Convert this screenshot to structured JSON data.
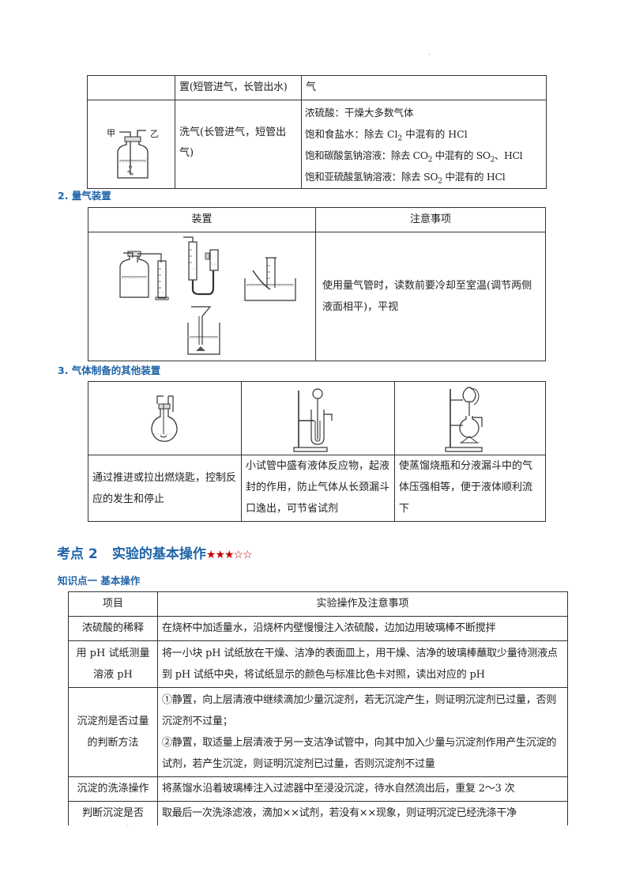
{
  "header_mark": ".",
  "table1": {
    "row1": {
      "col2": "置(短管进气，长管出水)",
      "col3": "气"
    },
    "row2": {
      "labels": {
        "left": "甲",
        "right": "乙"
      },
      "col2": "洗气(长管进气，短管出气)",
      "lines": [
        {
          "a": "浓硫酸：干燥大多数气体"
        },
        {
          "a": "饱和食盐水：除去 Cl",
          "sub": "2",
          "b": " 中混有的 HCl"
        },
        {
          "a": "饱和碳酸氢钠溶液：除去 CO",
          "sub": "2",
          "b": " 中混有的 SO",
          "sub2": "2",
          "c": "、HCl"
        },
        {
          "a": "饱和亚硫酸氢钠溶液：除去 SO",
          "sub": "2",
          "b": " 中混有的 HCl"
        }
      ]
    }
  },
  "section2": {
    "heading": "2. 量气装置",
    "col_device": "装置",
    "col_notes": "注意事项",
    "note": "使用量气管时，读数前要冷却至室温(调节两侧液面相平)，平视"
  },
  "section3": {
    "heading": "3. 气体制备的其他装置",
    "texts": [
      "通过推进或拉出燃烧匙，控制反应的发生和停止",
      "小试管中盛有液体反应物，起液封的作用，防止气体从长颈漏斗口逸出，可节省试剂",
      "使蒸馏烧瓶和分液漏斗中的气体压强相等，便于液体顺利流下"
    ]
  },
  "kaodian": {
    "label": "考点 2",
    "title": "实验的基本操作",
    "stars_filled": "★★★",
    "stars_empty": "☆☆",
    "difficulty": 3
  },
  "zhishidian": {
    "heading": "知识点一  基本操作"
  },
  "ops_table": {
    "headers": [
      "项目",
      "实验操作及注意事项"
    ],
    "rows": [
      {
        "item": "浓硫酸的稀释",
        "desc": "在烧杯中加适量水，沿烧杯内壁慢慢注入浓硫酸，边加边用玻璃棒不断搅拌"
      },
      {
        "item": "用 pH 试纸测量溶液 pH",
        "desc": "将一小块 pH 试纸放在干燥、洁净的表面皿上，用干燥、洁净的玻璃棒蘸取少量待测液点到 pH 试纸中央，将试纸显示的颜色与标准比色卡对照，读出对应的 pH"
      },
      {
        "item": "沉淀剂是否过量的判断方法",
        "desc1": "①静置，向上层清液中继续滴加少量沉淀剂，若无沉淀产生，则证明沉淀剂已过量，否则沉淀剂不过量；",
        "desc2": "②静置，取适量上层清液于另一支洁净试管中，向其中加入少量与沉淀剂作用产生沉淀的试剂，若产生沉淀，则证明沉淀剂已过量，否则沉淀剂不过量"
      },
      {
        "item": "沉淀的洗涤操作",
        "desc": "将蒸馏水沿着玻璃棒注入过滤器中至浸没沉淀，待水自然流出后，重复 2～3 次"
      },
      {
        "item": "判断沉淀是否",
        "desc": "取最后一次洗涤滤液，滴加××试剂，若没有××现象，则证明沉淀已经洗涤干净"
      }
    ]
  },
  "footer_mark": "."
}
